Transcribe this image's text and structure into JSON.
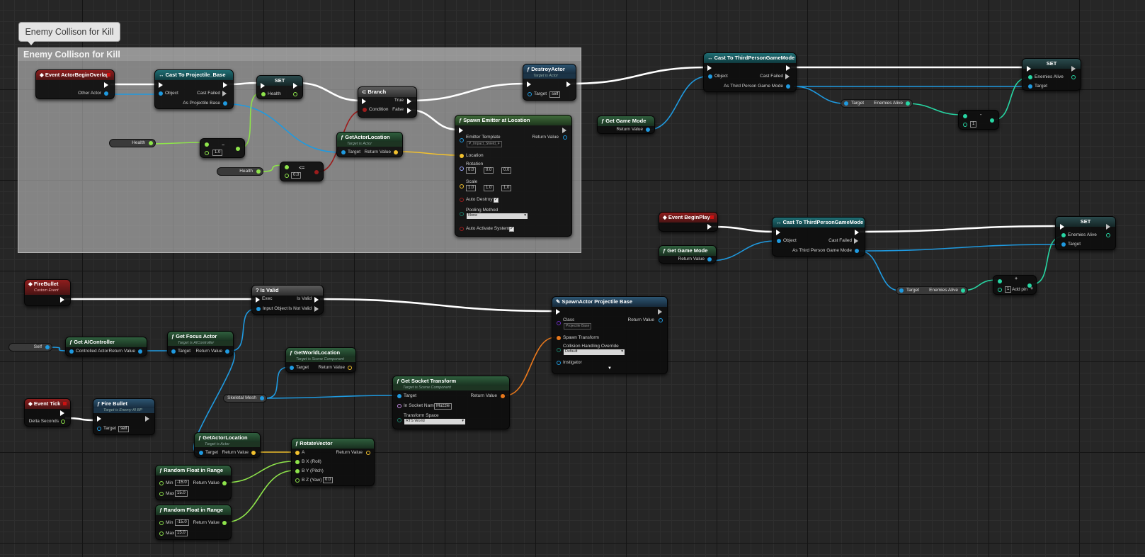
{
  "graph": {
    "comment_bubble": "Enemy Collison for Kill",
    "comment_title": "Enemy Collison for Kill"
  },
  "nodes": {
    "begin_overlap": {
      "title": "Event ActorBeginOverlap",
      "pin_other": "Other Actor"
    },
    "cast_proj": {
      "title": "Cast To Projectile_Base",
      "pin_object": "Object",
      "pin_failed": "Cast Failed",
      "pin_as": "As Projectile Base"
    },
    "set_health": {
      "title": "SET",
      "pin_health": "Health"
    },
    "branch": {
      "title": "Branch",
      "pin_condition": "Condition",
      "pin_true": "True",
      "pin_false": "False"
    },
    "destroy": {
      "title": "DestroyActor",
      "subtitle": "Target is Actor",
      "pin_target": "Target",
      "target_value": "self"
    },
    "spawn_emitter": {
      "title": "Spawn Emitter at Location",
      "pin_template": "Emitter Template",
      "template_value": "P_Impact_Shield_F",
      "pin_return": "Return Value",
      "pin_location": "Location",
      "pin_rotation": "Rotation",
      "rot_x": "0.0",
      "rot_y": "0.0",
      "rot_z": "0.0",
      "pin_scale": "Scale",
      "scale_x": "1.0",
      "scale_y": "1.0",
      "scale_z": "1.0",
      "pin_autodestroy": "Auto Destroy",
      "pin_pooling": "Pooling Method",
      "pooling_value": "None",
      "pin_autoactivate": "Auto Activate System"
    },
    "health_var1": {
      "label": "Health"
    },
    "subtract": {
      "value": "1.0"
    },
    "health_var2": {
      "label": "Health"
    },
    "compare": {
      "value": "0.0",
      "op": "<="
    },
    "get_actor_loc1": {
      "title": "GetActorLocation",
      "subtitle": "Target is Actor",
      "pin_target": "Target",
      "pin_return": "Return Value"
    },
    "cast_tpgm1": {
      "title": "Cast To ThirdPersonGameMode",
      "pin_object": "Object",
      "pin_failed": "Cast Failed",
      "pin_as": "As Third Person Game Mode"
    },
    "set_enemies1": {
      "title": "SET",
      "pin_enemies": "Enemies Alive",
      "pin_target": "Target"
    },
    "get_gm1": {
      "title": "Get Game Mode",
      "pin_return": "Return Value"
    },
    "get_enemies1": {
      "pin_target": "Target",
      "pin_enemies": "Enemies Alive"
    },
    "add1": {
      "value": "1",
      "op": "-"
    },
    "begin_play": {
      "title": "Event BeginPlay"
    },
    "cast_tpgm2": {
      "title": "Cast To ThirdPersonGameMode",
      "pin_object": "Object",
      "pin_failed": "Cast Failed",
      "pin_as": "As Third Person Game Mode"
    },
    "set_enemies2": {
      "title": "SET",
      "pin_enemies": "Enemies Alive",
      "pin_target": "Target"
    },
    "get_gm2": {
      "title": "Get Game Mode",
      "pin_return": "Return Value"
    },
    "get_enemies2": {
      "pin_target": "Target",
      "pin_enemies": "Enemies Alive"
    },
    "add2": {
      "value": "1",
      "op": "+",
      "addpin": "Add pin"
    },
    "fire_bullet_evt": {
      "title": "FireBullet",
      "subtitle": "Custom Event"
    },
    "is_valid": {
      "title": "Is Valid",
      "pin_exec": "Exec",
      "pin_input": "Input Object",
      "pin_valid": "Is Valid",
      "pin_notvalid": "Is Not Valid"
    },
    "spawn_actor": {
      "title": "SpawnActor Projectile Base",
      "pin_class": "Class",
      "class_value": "Projectile Base",
      "pin_return": "Return Value",
      "pin_transform": "Spawn Transform",
      "pin_collision": "Collision Handling Override",
      "collision_value": "Default",
      "pin_instigator": "Instigator"
    },
    "self_var": {
      "label": "Self"
    },
    "get_ai": {
      "title": "Get AIController",
      "pin_controlled": "Controlled Actor",
      "pin_return": "Return Value"
    },
    "get_focus": {
      "title": "Get Focus Actor",
      "subtitle": "Target is AIController",
      "pin_target": "Target",
      "pin_return": "Return Value"
    },
    "get_world_loc": {
      "title": "GetWorldLocation",
      "subtitle": "Target is Scene Component",
      "pin_target": "Target",
      "pin_return": "Return Value"
    },
    "skeletal_var": {
      "label": "Skeletal Mesh"
    },
    "get_socket": {
      "title": "Get Socket Transform",
      "subtitle": "Target is Scene Component",
      "pin_target": "Target",
      "pin_socket": "In Socket Name",
      "socket_value": "Muzzle",
      "pin_space": "Transform Space",
      "space_value": "RTS World",
      "pin_return": "Return Value"
    },
    "event_tick": {
      "title": "Event Tick",
      "pin_delta": "Delta Seconds"
    },
    "fire_bullet_call": {
      "title": "Fire Bullet",
      "subtitle": "Target is Enemy AI BP",
      "pin_target": "Target",
      "target_value": "self"
    },
    "get_actor_loc2": {
      "title": "GetActorLocation",
      "subtitle": "Target is Actor",
      "pin_target": "Target",
      "pin_return": "Return Value"
    },
    "rotate_vector": {
      "title": "RotateVector",
      "pin_a": "A",
      "pin_bx": "B X (Roll)",
      "pin_by": "B Y (Pitch)",
      "pin_bz": "B Z (Yaw)",
      "bz_value": "0.0",
      "pin_return": "Return Value"
    },
    "rand1": {
      "title": "Random Float in Range",
      "pin_min": "Min",
      "min_value": "-15.0",
      "pin_max": "Max",
      "max_value": "15.0",
      "pin_return": "Return Value"
    },
    "rand2": {
      "title": "Random Float in Range",
      "pin_min": "Min",
      "min_value": "-15.0",
      "pin_max": "Max",
      "max_value": "15.0",
      "pin_return": "Return Value"
    }
  },
  "colors": {
    "exec": "#ffffff",
    "object": "#1f9ae0",
    "float": "#8ee44b",
    "vector": "#f2c12e",
    "bool": "#9c1c1c",
    "transform": "#e8781c",
    "int": "#27d6a3",
    "class": "#6a2bbf"
  }
}
